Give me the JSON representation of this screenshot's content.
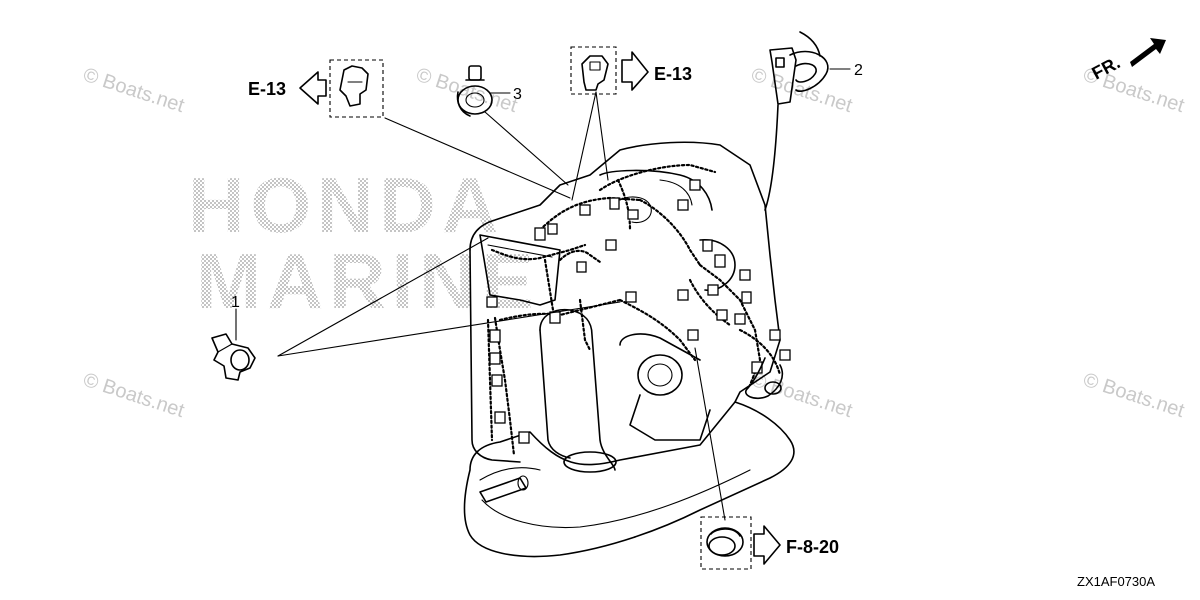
{
  "watermark": {
    "text": "© Boats.net",
    "brand_line1": "HONDA",
    "brand_line2": "MARINE"
  },
  "orientation": {
    "label": "FR."
  },
  "part_labels": {
    "clamp_a": "1",
    "clamp_b": "2",
    "clamp_c": "3"
  },
  "references": {
    "left": "E-13",
    "top": "E-13",
    "bottom": "F-8-20"
  },
  "drawing_code": "ZX1AF0730A"
}
